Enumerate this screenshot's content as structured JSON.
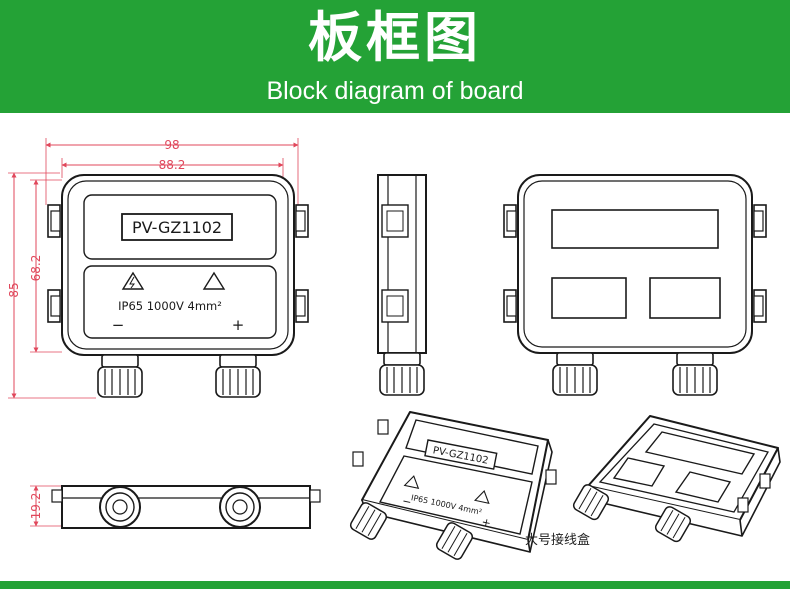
{
  "header": {
    "title": "板框图",
    "subtitle": "Block diagram of board"
  },
  "dimensions": {
    "overall_width": "98",
    "inner_width": "88.2",
    "overall_height": "85",
    "inner_height": "68.2",
    "depth": "19.2"
  },
  "label_plate": {
    "model": "PV-GZ1102",
    "rating": "IP65 1000V 4mm²",
    "negative": "−",
    "positive": "+"
  },
  "iso_label": {
    "model": "PV-GZ1102",
    "rating": "IP65 1000V 4mm²",
    "negative": "−",
    "positive": "+"
  },
  "caption": "大号接线盒",
  "colors": {
    "banner": "#24a236",
    "dimension_line": "#e0475b",
    "outline": "#1a1a1a"
  }
}
